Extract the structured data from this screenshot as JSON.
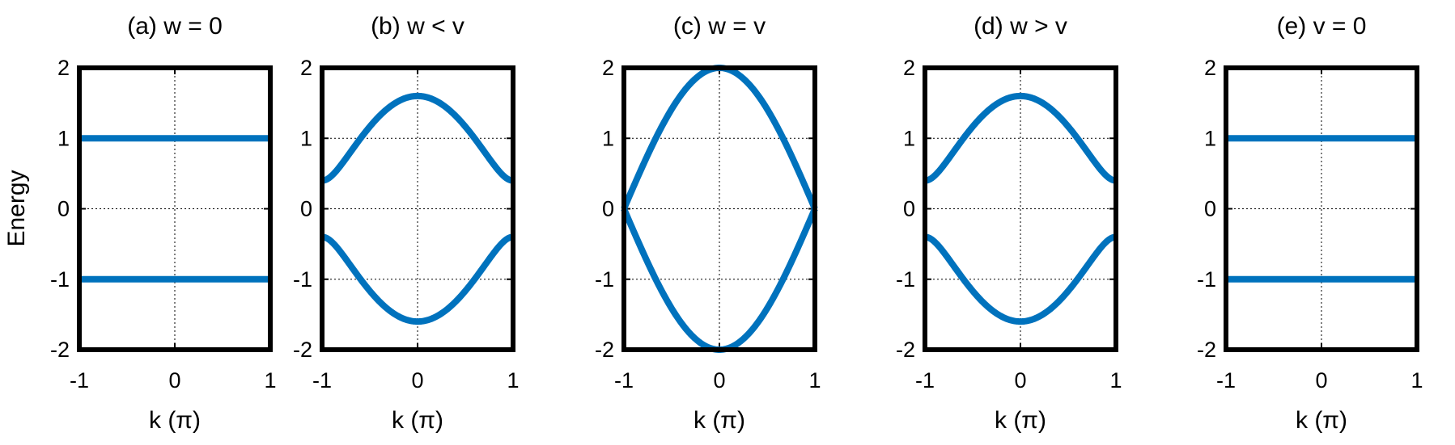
{
  "figure": {
    "ylabel": "Energy",
    "line_color": "#0072bd"
  },
  "chart_data": [
    {
      "type": "line",
      "title": "(a) w = 0",
      "xlabel": "k (π)",
      "ylabel": "Energy",
      "xlim": [
        -1,
        1
      ],
      "ylim": [
        -2,
        2
      ],
      "xticks": [
        "-1",
        "0",
        "1"
      ],
      "yticks": [
        "2",
        "1",
        "0",
        "-1",
        "-2"
      ],
      "grid": true,
      "params": {
        "v": 1,
        "w": 0
      },
      "series": [
        {
          "x": [
            -1,
            -0.75,
            -0.5,
            -0.25,
            0,
            0.25,
            0.5,
            0.75,
            1
          ],
          "y": [
            1,
            1,
            1,
            1,
            1,
            1,
            1,
            1,
            1
          ]
        },
        {
          "x": [
            -1,
            -0.75,
            -0.5,
            -0.25,
            0,
            0.25,
            0.5,
            0.75,
            1
          ],
          "y": [
            -1,
            -1,
            -1,
            -1,
            -1,
            -1,
            -1,
            -1,
            -1
          ]
        }
      ]
    },
    {
      "type": "line",
      "title": "(b) w < v",
      "xlabel": "k (π)",
      "xlim": [
        -1,
        1
      ],
      "ylim": [
        -2,
        2
      ],
      "xticks": [
        "-1",
        "0",
        "1"
      ],
      "yticks": [
        "2",
        "1",
        "0",
        "-1",
        "-2"
      ],
      "grid": true,
      "params": {
        "v": 1,
        "w": 0.6
      },
      "series": [
        {
          "x": [
            -1,
            -0.75,
            -0.5,
            -0.25,
            0,
            0.25,
            0.5,
            0.75,
            1
          ],
          "y": [
            0.4,
            0.74,
            1.17,
            1.48,
            1.6,
            1.48,
            1.17,
            0.74,
            0.4
          ]
        },
        {
          "x": [
            -1,
            -0.75,
            -0.5,
            -0.25,
            0,
            0.25,
            0.5,
            0.75,
            1
          ],
          "y": [
            -0.4,
            -0.74,
            -1.17,
            -1.48,
            -1.6,
            -1.48,
            -1.17,
            -0.74,
            -0.4
          ]
        }
      ]
    },
    {
      "type": "line",
      "title": "(c) w = v",
      "xlabel": "k (π)",
      "xlim": [
        -1,
        1
      ],
      "ylim": [
        -2,
        2
      ],
      "xticks": [
        "-1",
        "0",
        "1"
      ],
      "yticks": [
        "2",
        "1",
        "0",
        "-1",
        "-2"
      ],
      "grid": true,
      "params": {
        "v": 1,
        "w": 1
      },
      "series": [
        {
          "x": [
            -1,
            -0.75,
            -0.5,
            -0.25,
            0,
            0.25,
            0.5,
            0.75,
            1
          ],
          "y": [
            0,
            0.77,
            1.41,
            1.85,
            2,
            1.85,
            1.41,
            0.77,
            0
          ]
        },
        {
          "x": [
            -1,
            -0.75,
            -0.5,
            -0.25,
            0,
            0.25,
            0.5,
            0.75,
            1
          ],
          "y": [
            0,
            -0.77,
            -1.41,
            -1.85,
            -2,
            -1.85,
            -1.41,
            -0.77,
            0
          ]
        }
      ]
    },
    {
      "type": "line",
      "title": "(d) w > v",
      "xlabel": "k (π)",
      "xlim": [
        -1,
        1
      ],
      "ylim": [
        -2,
        2
      ],
      "xticks": [
        "-1",
        "0",
        "1"
      ],
      "yticks": [
        "2",
        "1",
        "0",
        "-1",
        "-2"
      ],
      "grid": true,
      "params": {
        "v": 0.6,
        "w": 1
      },
      "series": [
        {
          "x": [
            -1,
            -0.75,
            -0.5,
            -0.25,
            0,
            0.25,
            0.5,
            0.75,
            1
          ],
          "y": [
            0.4,
            0.74,
            1.17,
            1.48,
            1.6,
            1.48,
            1.17,
            0.74,
            0.4
          ]
        },
        {
          "x": [
            -1,
            -0.75,
            -0.5,
            -0.25,
            0,
            0.25,
            0.5,
            0.75,
            1
          ],
          "y": [
            -0.4,
            -0.74,
            -1.17,
            -1.48,
            -1.6,
            -1.48,
            -1.17,
            -0.74,
            -0.4
          ]
        }
      ]
    },
    {
      "type": "line",
      "title": "(e) v = 0",
      "xlabel": "k (π)",
      "xlim": [
        -1,
        1
      ],
      "ylim": [
        -2,
        2
      ],
      "xticks": [
        "-1",
        "0",
        "1"
      ],
      "yticks": [
        "2",
        "1",
        "0",
        "-1",
        "-2"
      ],
      "grid": true,
      "params": {
        "v": 0,
        "w": 1
      },
      "series": [
        {
          "x": [
            -1,
            -0.75,
            -0.5,
            -0.25,
            0,
            0.25,
            0.5,
            0.75,
            1
          ],
          "y": [
            1,
            1,
            1,
            1,
            1,
            1,
            1,
            1,
            1
          ]
        },
        {
          "x": [
            -1,
            -0.75,
            -0.5,
            -0.25,
            0,
            0.25,
            0.5,
            0.75,
            1
          ],
          "y": [
            -1,
            -1,
            -1,
            -1,
            -1,
            -1,
            -1,
            -1,
            -1
          ]
        }
      ]
    }
  ]
}
